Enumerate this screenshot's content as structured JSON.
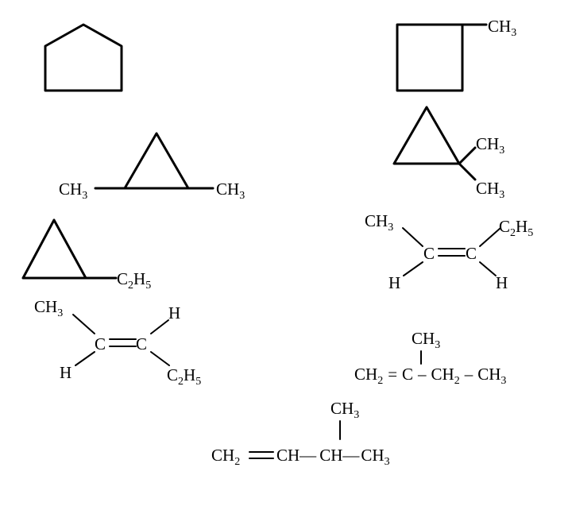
{
  "structures": [
    {
      "id": "cyclopentane",
      "labels": []
    },
    {
      "id": "methylcyclobutane",
      "labels": [
        {
          "base": "CH",
          "sub": "3"
        }
      ]
    },
    {
      "id": "1,2-dimethylcyclopropane",
      "labels": [
        {
          "base": "CH",
          "sub": "3"
        },
        {
          "base": "CH",
          "sub": "3"
        }
      ]
    },
    {
      "id": "1,1-dimethylcyclopropane",
      "labels": [
        {
          "base": "CH",
          "sub": "3"
        },
        {
          "base": "CH",
          "sub": "3"
        }
      ]
    },
    {
      "id": "ethylcyclopropane",
      "labels": [
        {
          "base": "C",
          "sub": "2",
          "base2": "H",
          "sub2": "5"
        }
      ]
    },
    {
      "id": "cis-2-pentene",
      "labels": [
        {
          "base": "CH",
          "sub": "3"
        },
        {
          "base": "C",
          "sub": "2",
          "base2": "H",
          "sub2": "5"
        },
        {
          "text": "C"
        },
        {
          "text": "C"
        },
        {
          "text": "H"
        },
        {
          "text": "H"
        }
      ]
    },
    {
      "id": "trans-2-pentene",
      "labels": [
        {
          "base": "CH",
          "sub": "3"
        },
        {
          "text": "H"
        },
        {
          "text": "C"
        },
        {
          "text": "C"
        },
        {
          "text": "H"
        },
        {
          "base": "C",
          "sub": "2",
          "base2": "H",
          "sub2": "5"
        }
      ]
    },
    {
      "id": "2-methyl-1-butene",
      "labels": [
        {
          "base": "CH",
          "sub": "3"
        },
        {
          "base": "CH",
          "sub": "2"
        },
        {
          "text": "="
        },
        {
          "text": "C"
        },
        {
          "text": "–"
        },
        {
          "base": "CH",
          "sub": "2"
        },
        {
          "text": "–"
        },
        {
          "base": "CH",
          "sub": "3"
        }
      ]
    },
    {
      "id": "3-methyl-1-butene",
      "labels": [
        {
          "base": "CH",
          "sub": "3"
        },
        {
          "base": "CH",
          "sub": "2"
        },
        {
          "text": "CH—"
        },
        {
          "text": "CH—"
        },
        {
          "base": "CH",
          "sub": "3"
        }
      ]
    }
  ]
}
